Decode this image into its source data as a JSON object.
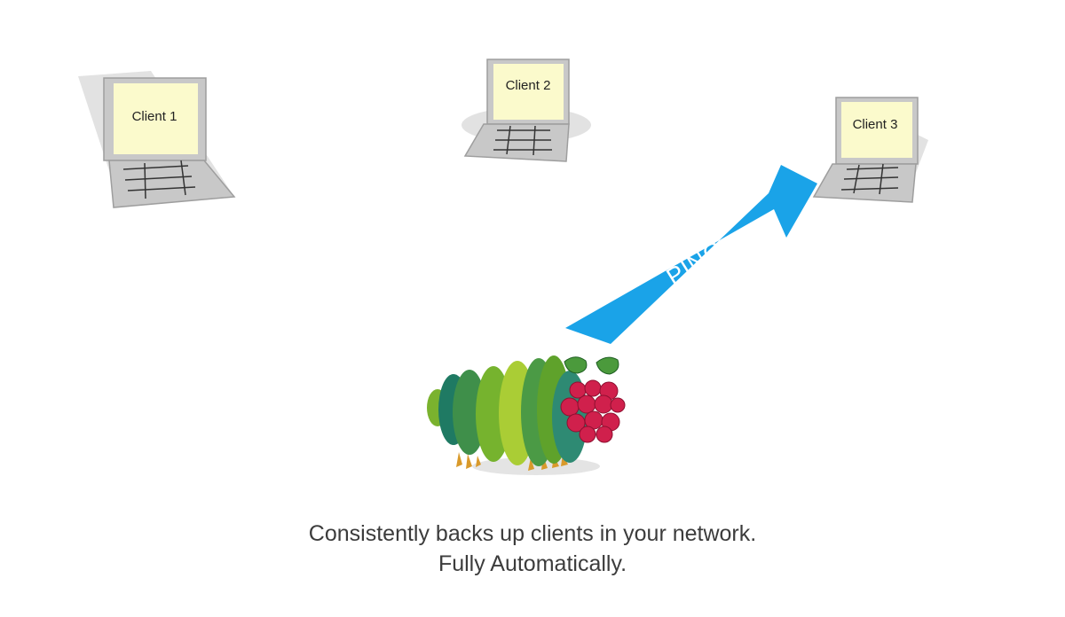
{
  "clients": [
    {
      "label": "Client 1"
    },
    {
      "label": "Client 2"
    },
    {
      "label": "Client 3"
    }
  ],
  "arrow": {
    "label": "PING",
    "color": "#1aa3e8"
  },
  "caption": {
    "line1": "Consistently backs up clients in your network.",
    "line2": "Fully Automatically."
  },
  "colors": {
    "laptop_body": "#c8c8c8",
    "laptop_outline": "#9e9e9e",
    "laptop_screen": "#fbfacc",
    "laptop_shadow": "#e2e2e2",
    "caterpillar_greens": [
      "#7ab22e",
      "#1f7a63",
      "#3f8f4a",
      "#76b32e",
      "#aacd35",
      "#4b9a45",
      "#5fa22b",
      "#2e8a73"
    ],
    "raspberry": "#d0204c",
    "leaf": "#4b9a3c",
    "legs": "#d99a2b"
  }
}
